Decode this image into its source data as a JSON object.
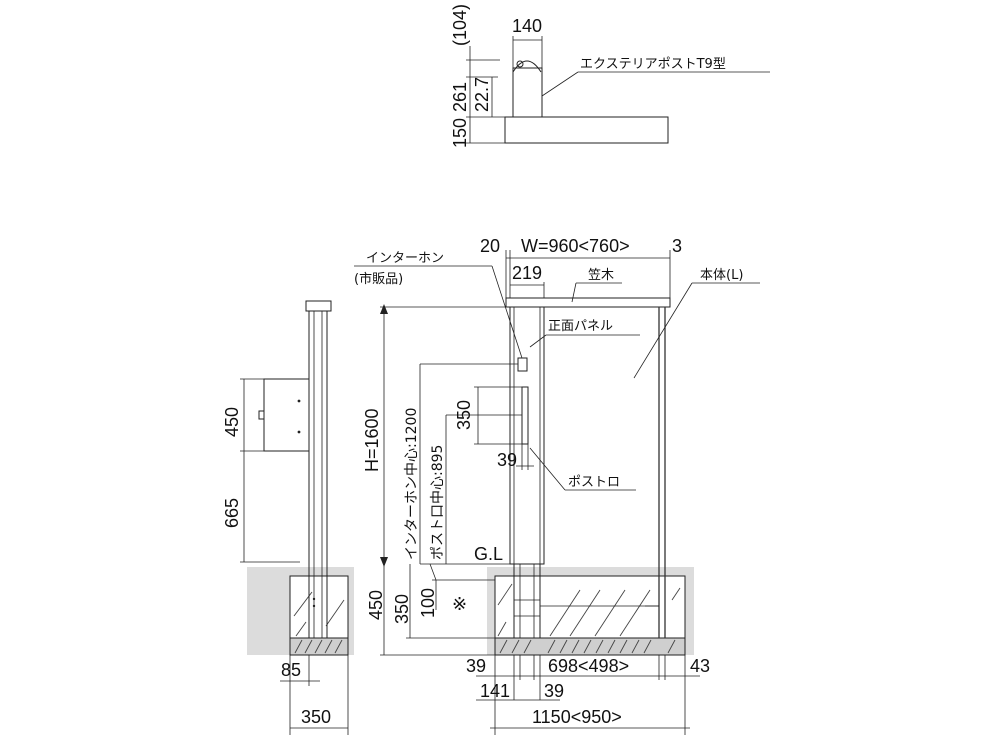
{
  "top_view": {
    "dims": {
      "offset": "(104)",
      "width": "140",
      "post_offset": "261",
      "post_depth": "22.7",
      "base_depth": "150"
    },
    "label_post": "エクステリアポストT9型"
  },
  "front_view": {
    "labels": {
      "intercom": "インターホン",
      "intercom_note": "(市販品)",
      "cap": "笠木",
      "body": "本体(L)",
      "front_panel": "正面パネル",
      "post_slot": "ポストロ"
    },
    "dims": {
      "top_left": "20",
      "width": "W=960<760>",
      "top_right": "3",
      "inner": "219",
      "height": "H=1600",
      "intercom_center": "インターホン中心:1200",
      "slot_center": "ポスト口中心:895",
      "slot_height": "350",
      "slot_width": "39",
      "ground_line": "G.L",
      "depth_450": "450",
      "depth_350": "350",
      "depth_100": "100",
      "note_mark": "※",
      "b_39_left": "39",
      "b_698": "698<498>",
      "b_43": "43",
      "b_141": "141",
      "b_39_mid": "39",
      "b_total": "1150<950>"
    }
  },
  "side_view": {
    "dims": {
      "box_height": "450",
      "box_bottom": "665",
      "footing_offset": "85",
      "footing_width": "350"
    }
  }
}
